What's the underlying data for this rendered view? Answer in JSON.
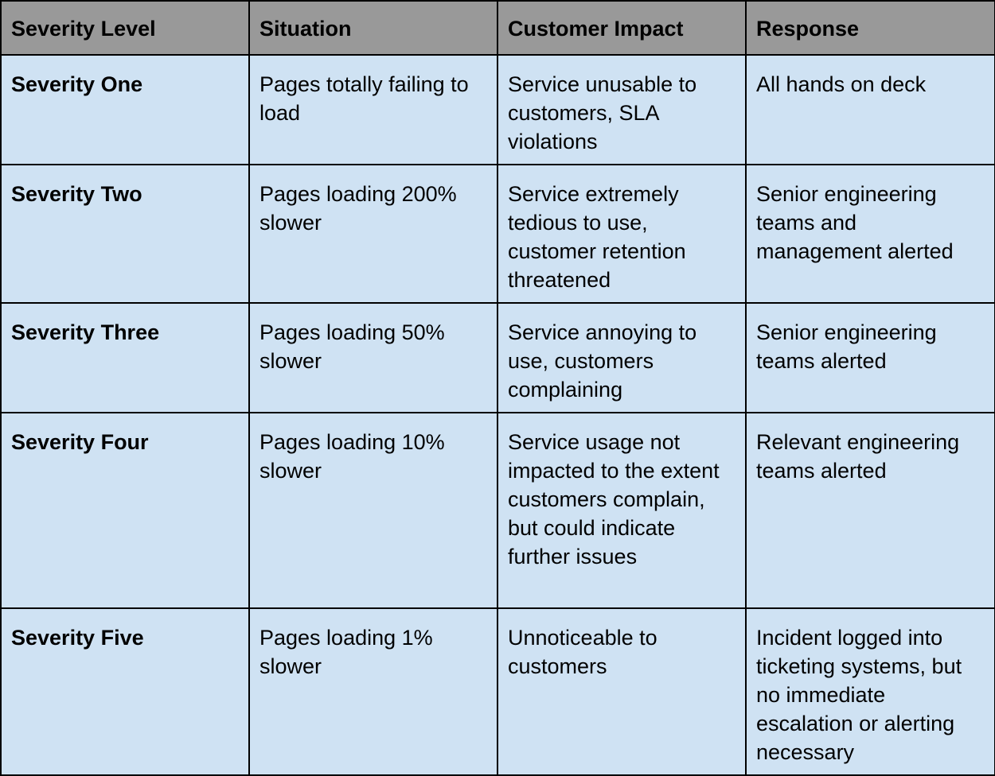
{
  "colors": {
    "header_bg": "#999999",
    "cell_bg": "#cfe2f3",
    "border": "#000000"
  },
  "table": {
    "headers": [
      "Severity Level",
      "Situation",
      "Customer Impact",
      "Response"
    ],
    "rows": [
      {
        "level": "Severity One",
        "situation": "Pages totally failing to load",
        "impact": "Service unusable to customers, SLA violations",
        "response": "All hands on deck"
      },
      {
        "level": "Severity Two",
        "situation": "Pages loading 200% slower",
        "impact": "Service extremely tedious to use, customer retention threatened",
        "response": "Senior engineering teams and management alerted"
      },
      {
        "level": "Severity Three",
        "situation": "Pages loading 50% slower",
        "impact": "Service annoying to use, customers complaining",
        "response": "Senior engineering teams alerted"
      },
      {
        "level": "Severity Four",
        "situation": "Pages loading 10% slower",
        "impact": "Service usage not impacted to the extent customers complain, but could indicate further issues",
        "response": "Relevant engineering teams alerted"
      },
      {
        "level": "Severity Five",
        "situation": "Pages loading 1% slower",
        "impact": "Unnoticeable to customers",
        "response": "Incident logged into ticketing systems, but no immediate escalation or alerting necessary"
      }
    ]
  }
}
